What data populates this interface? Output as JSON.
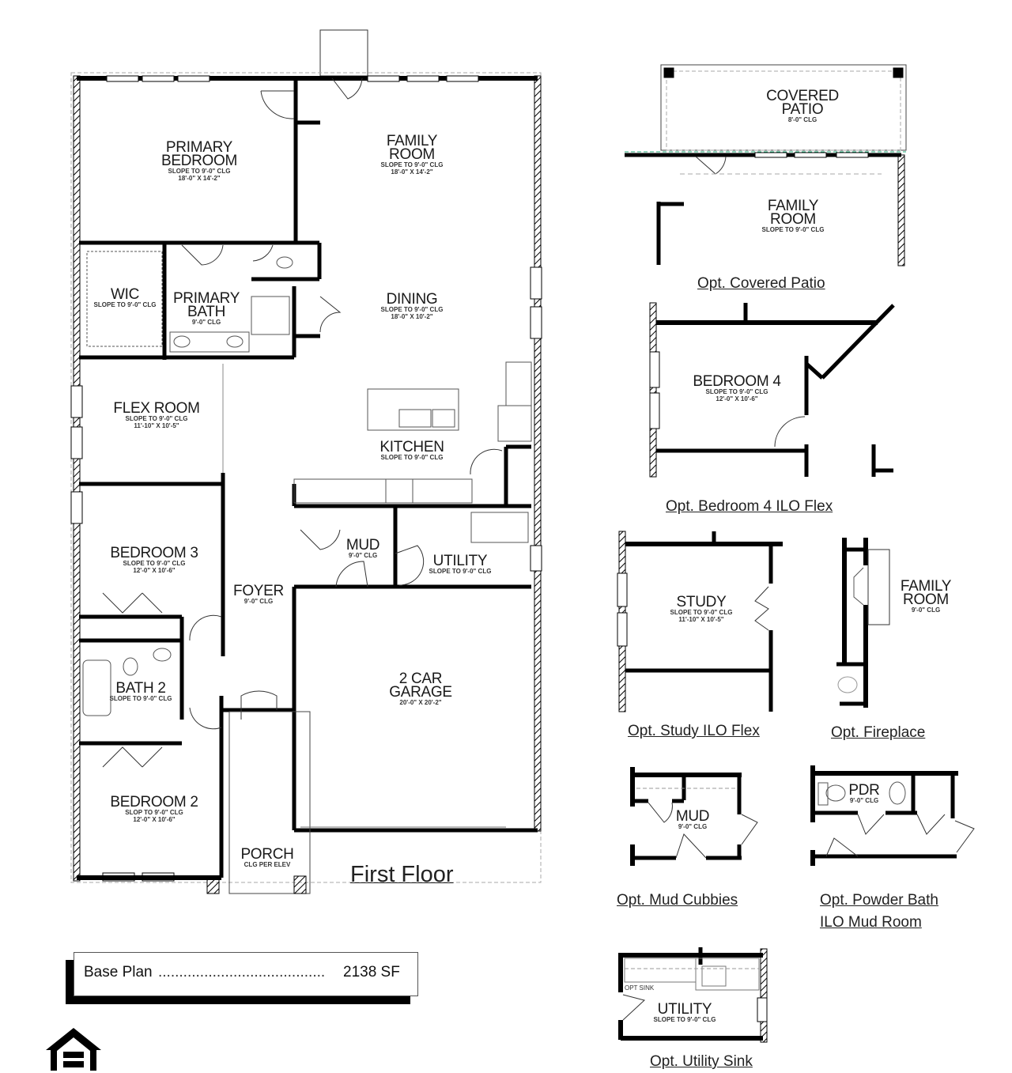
{
  "plan": {
    "title": "First Floor",
    "square_footage": {
      "label": "Base Plan",
      "leader": "........................................",
      "value": "2138 SF"
    },
    "rooms": [
      {
        "name": "PRIMARY\nBEDROOM",
        "line1": "PRIMARY",
        "line2": "BEDROOM",
        "ceiling": "SLOPE TO 9'-0\" CLG",
        "size": "18'-0\" X 14'-2\""
      },
      {
        "line1": "FAMILY",
        "line2": "ROOM",
        "ceiling": "SLOPE TO 9'-0\" CLG",
        "size": "18'-0\" X 14'-2\""
      },
      {
        "line1": "WIC",
        "ceiling": "SLOPE TO 9'-0\" CLG"
      },
      {
        "line1": "PRIMARY",
        "line2": "BATH",
        "ceiling": "9'-0\" CLG"
      },
      {
        "line1": "DINING",
        "ceiling": "SLOPE TO 9'-0\" CLG",
        "size": "18'-0\" X 10'-2\""
      },
      {
        "line1": "FLEX ROOM",
        "ceiling": "SLOPE TO 9'-0\" CLG",
        "size": "11'-10\" X 10'-5\""
      },
      {
        "line1": "KITCHEN",
        "ceiling": "SLOPE TO 9'-0\" CLG"
      },
      {
        "line1": "BEDROOM 3",
        "ceiling": "SLOPE TO 9'-0\" CLG",
        "size": "12'-0\" X 10'-6\""
      },
      {
        "line1": "MUD",
        "ceiling": "9'-0\" CLG"
      },
      {
        "line1": "UTILITY",
        "ceiling": "SLOPE TO 9'-0\" CLG"
      },
      {
        "line1": "FOYER",
        "ceiling": "9'-0\" CLG"
      },
      {
        "line1": "BATH 2",
        "ceiling": "SLOPE TO 9'-0\" CLG"
      },
      {
        "line1": "2 CAR",
        "line2": "GARAGE",
        "size": "20'-0\" X 20'-2\""
      },
      {
        "line1": "BEDROOM 2",
        "ceiling": "SLOP TO 9'-0\" CLG",
        "size": "12'-0\" X 10'-6\""
      },
      {
        "line1": "PORCH",
        "ceiling": "CLG PER ELEV"
      }
    ]
  },
  "options": [
    {
      "caption": "Opt. Covered Patio",
      "rooms": [
        {
          "line1": "COVERED",
          "line2": "PATIO",
          "ceiling": "8'-0\" CLG"
        },
        {
          "line1": "FAMILY",
          "line2": "ROOM",
          "ceiling": "SLOPE TO 9'-0\" CLG"
        }
      ]
    },
    {
      "caption": "Opt. Bedroom 4 ILO Flex",
      "rooms": [
        {
          "line1": "BEDROOM 4",
          "ceiling": "SLOPE TO 9'-0\" CLG",
          "size": "12'-0\" X 10'-6\""
        }
      ]
    },
    {
      "caption": "Opt. Study ILO Flex",
      "rooms": [
        {
          "line1": "STUDY",
          "ceiling": "SLOPE TO 9'-0\" CLG",
          "size": "11'-10\" X 10'-5\""
        }
      ]
    },
    {
      "caption": "Opt. Fireplace",
      "rooms": [
        {
          "line1": "FAMILY",
          "line2": "ROOM",
          "ceiling": "9'-0\" CLG"
        }
      ]
    },
    {
      "caption": "Opt. Mud Cubbies",
      "rooms": [
        {
          "line1": "MUD",
          "ceiling": "9'-0\" CLG"
        }
      ]
    },
    {
      "caption": "Opt. Powder Bath",
      "caption2": "ILO Mud Room",
      "rooms": [
        {
          "line1": "PDR",
          "ceiling": "9'-0\" CLG"
        }
      ]
    },
    {
      "caption": "Opt. Utility Sink",
      "rooms": [
        {
          "line1": "UTILITY",
          "ceiling": "SLOPE TO 9'-0\" CLG",
          "note": "OPT SINK"
        }
      ]
    }
  ],
  "logo": {
    "icon": "equal-housing-opportunity-icon"
  },
  "colors": {
    "wall": "#000000",
    "line": "#555555",
    "dashed": "#999999",
    "background": "#ffffff"
  }
}
